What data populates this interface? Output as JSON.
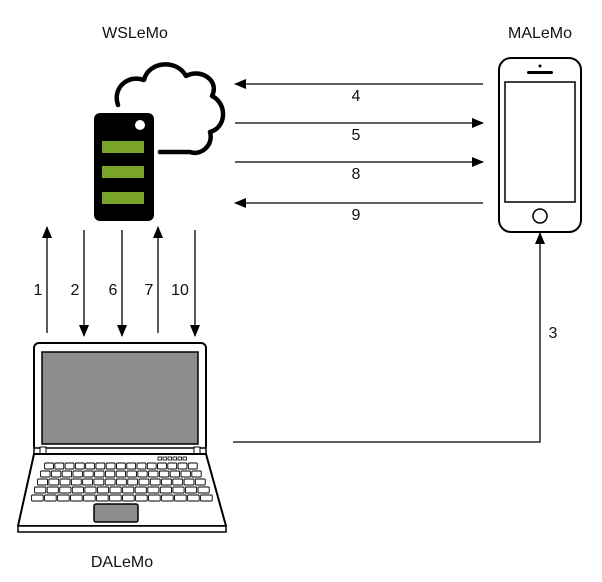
{
  "nodes": {
    "server": {
      "label": "WSLeMo"
    },
    "phone": {
      "label": "MALeMo"
    },
    "laptop": {
      "label": "DALeMo"
    }
  },
  "edges": [
    {
      "id": "e4",
      "label": "4",
      "from": "phone",
      "to": "server"
    },
    {
      "id": "e5",
      "label": "5",
      "from": "server",
      "to": "phone"
    },
    {
      "id": "e8",
      "label": "8",
      "from": "server",
      "to": "phone"
    },
    {
      "id": "e9",
      "label": "9",
      "from": "phone",
      "to": "server"
    },
    {
      "id": "e1",
      "label": "1",
      "from": "laptop",
      "to": "server"
    },
    {
      "id": "e2",
      "label": "2",
      "from": "server",
      "to": "laptop"
    },
    {
      "id": "e6",
      "label": "6",
      "from": "server",
      "to": "laptop"
    },
    {
      "id": "e7",
      "label": "7",
      "from": "laptop",
      "to": "server"
    },
    {
      "id": "e10",
      "label": "10",
      "from": "server",
      "to": "laptop"
    },
    {
      "id": "e3",
      "label": "3",
      "from": "laptop",
      "to": "phone"
    }
  ],
  "colors": {
    "stroke": "#000000",
    "server_body": "#000000",
    "server_drive": "#7aa32a",
    "screen": "#8c8c8c"
  }
}
